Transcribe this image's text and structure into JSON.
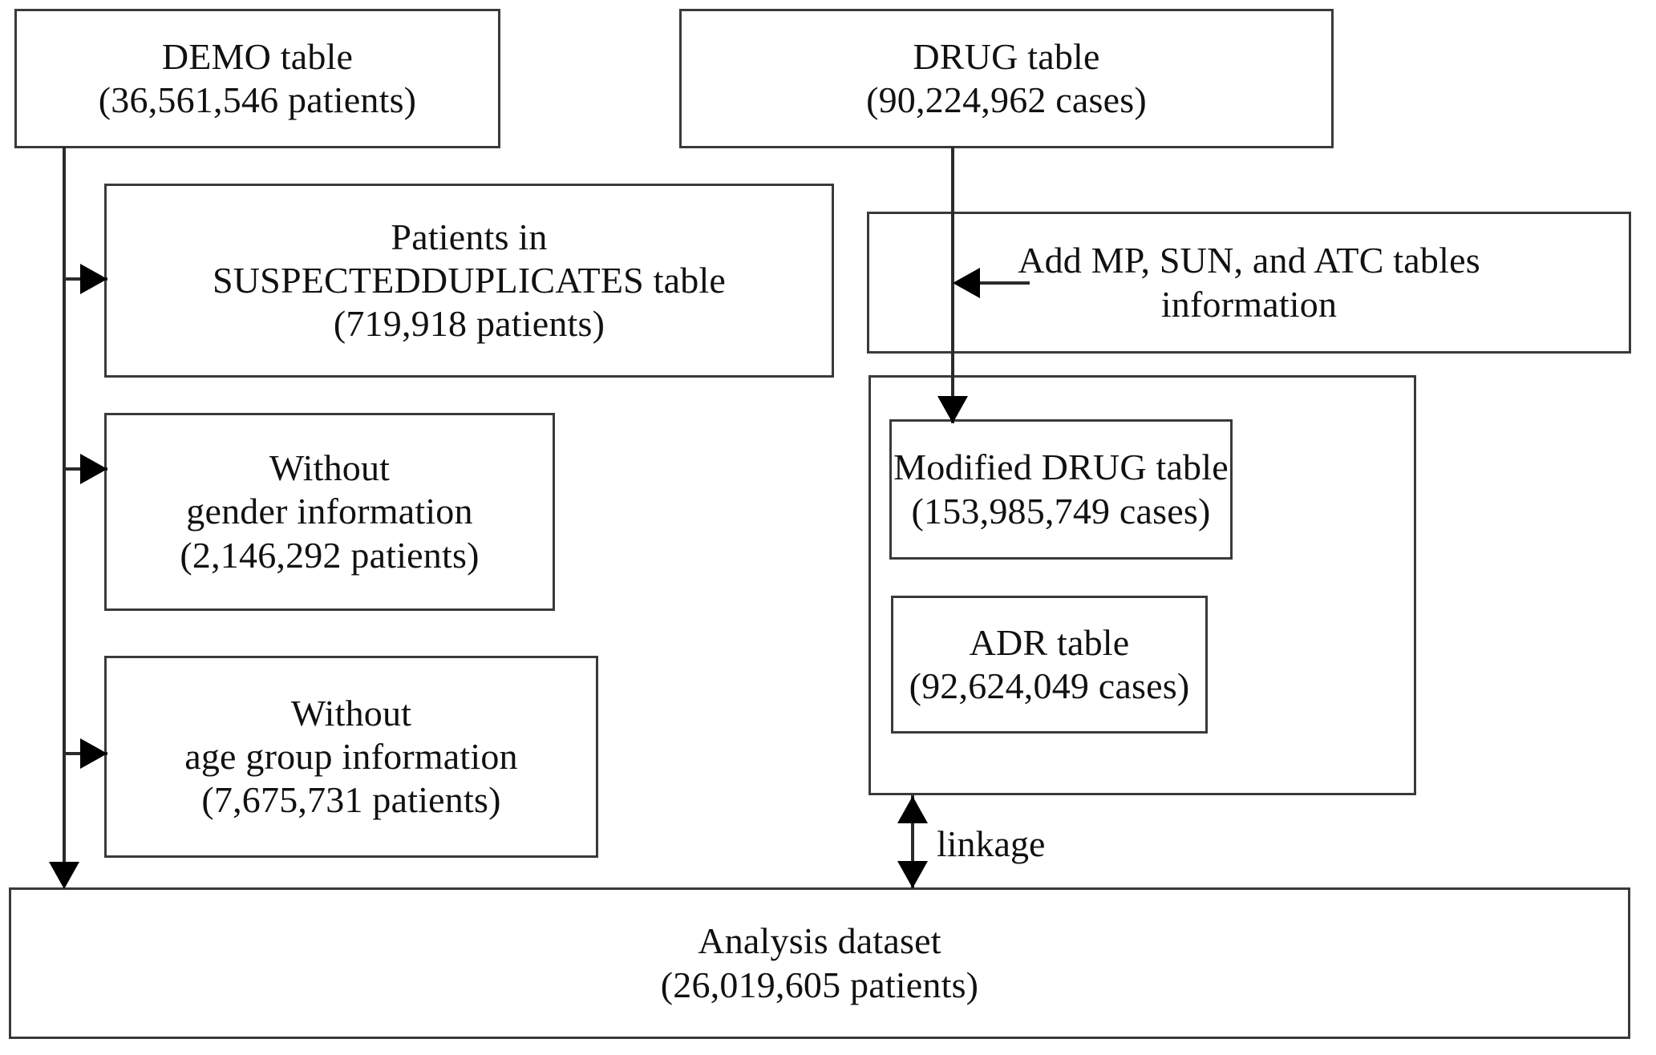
{
  "diagram": {
    "title": "FAERS data extraction flowchart",
    "line_color": "#2b2b2b",
    "box_border_color": "#3a3a3a",
    "background": "#ffffff",
    "nodes": {
      "demo": {
        "line1": "DEMO table",
        "line2": "(36,561,546  patients)"
      },
      "drug": {
        "line1": "DRUG table",
        "line2": "(90,224,962  cases)"
      },
      "suspected_duplicates": {
        "line1": "Patients in",
        "line2": "SUSPECTEDDUPLICATES  table",
        "line3": "(719,918  patients)"
      },
      "add_info": {
        "line1": "Add MP, SUN, and ATC tables",
        "line2": "information"
      },
      "without_gender": {
        "line1": "Without",
        "line2": "gender information",
        "line3": "(2,146,292  patients)"
      },
      "without_age_group": {
        "line1": "Without",
        "line2": "age group information",
        "line3": "(7,675,731  patients)"
      },
      "modified_drug": {
        "line1": "Modified DRUG table",
        "line2": "(153,985,749  cases)"
      },
      "adr": {
        "line1": "ADR table",
        "line2": "(92,624,049  cases)"
      },
      "analysis_dataset": {
        "line1": "Analysis dataset",
        "line2": "(26,019,605  patients)"
      }
    },
    "edges": {
      "linkage_label": "linkage"
    }
  }
}
